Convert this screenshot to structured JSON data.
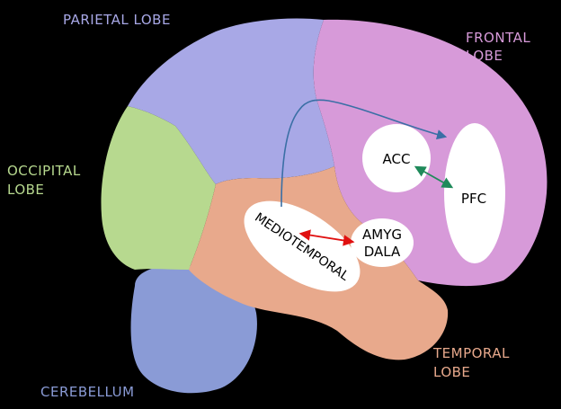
{
  "lobes": {
    "parietal": {
      "label": "PARIETAL LOBE",
      "color": "#a8a8e6"
    },
    "frontal": {
      "line1": "FRONTAL",
      "line2": "LOBE",
      "color": "#d79ad9"
    },
    "occipital": {
      "line1": "OCCIPITAL",
      "line2": "LOBE",
      "color": "#b7d98f"
    },
    "temporal": {
      "line1": "TEMPORAL",
      "line2": "LOBE",
      "color": "#e8a98c"
    },
    "cerebellum": {
      "label": "CEREBELLUM",
      "color": "#8a9bd6"
    }
  },
  "regions": {
    "acc": {
      "label": "ACC"
    },
    "pfc": {
      "label": "PFC"
    },
    "amygdala": {
      "line1": "AMYG",
      "line2": "DALA"
    },
    "mediotemporal": {
      "label": "MEDIOTEMPORAL"
    }
  },
  "connections": [
    {
      "from": "mediotemporal",
      "to": "pfc",
      "color": "#3a6fa5",
      "style": "one-way"
    },
    {
      "from": "acc",
      "to": "pfc",
      "color": "#1f8a5a",
      "style": "two-way"
    },
    {
      "from": "mediotemporal",
      "to": "amygdala",
      "color": "#e01010",
      "style": "two-way"
    }
  ]
}
